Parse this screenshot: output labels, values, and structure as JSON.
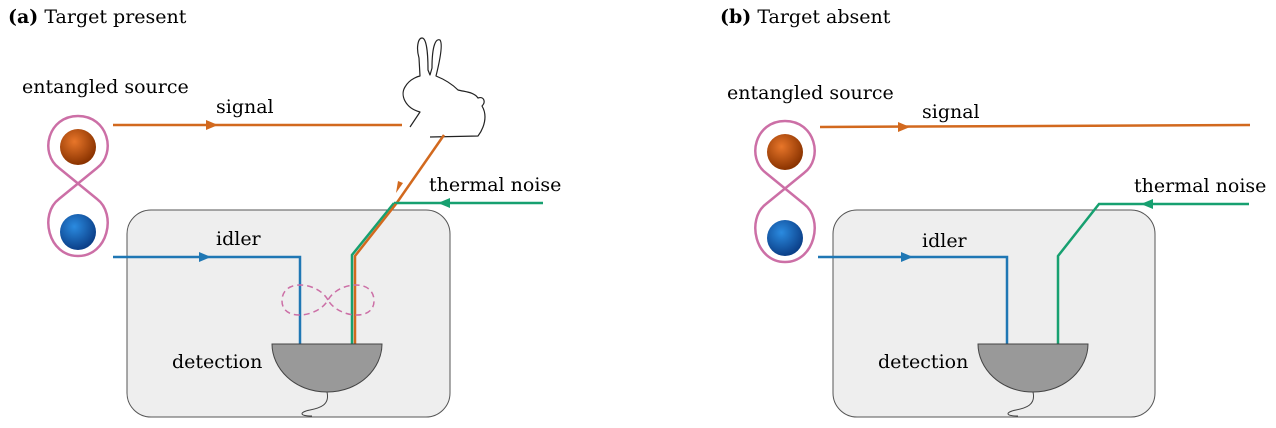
{
  "panels": {
    "a": {
      "tag": "(a)",
      "title": "Target present",
      "source_label": "entangled source",
      "signal_label": "signal",
      "idler_label": "idler",
      "noise_label": "thermal noise",
      "detection_label": "detection"
    },
    "b": {
      "tag": "(b)",
      "title": "Target absent",
      "source_label": "entangled source",
      "signal_label": "signal",
      "idler_label": "idler",
      "noise_label": "thermal noise",
      "detection_label": "detection"
    }
  },
  "colors": {
    "signal": "#d2691e",
    "idler": "#1f77b4",
    "noise": "#17a070",
    "source_loop": "#cc6fa6",
    "box_fill": "#eeeeee",
    "box_stroke": "#555555",
    "detector": "#999999"
  },
  "icons": [
    "rabbit-target-icon",
    "entanglement-loop-icon"
  ]
}
